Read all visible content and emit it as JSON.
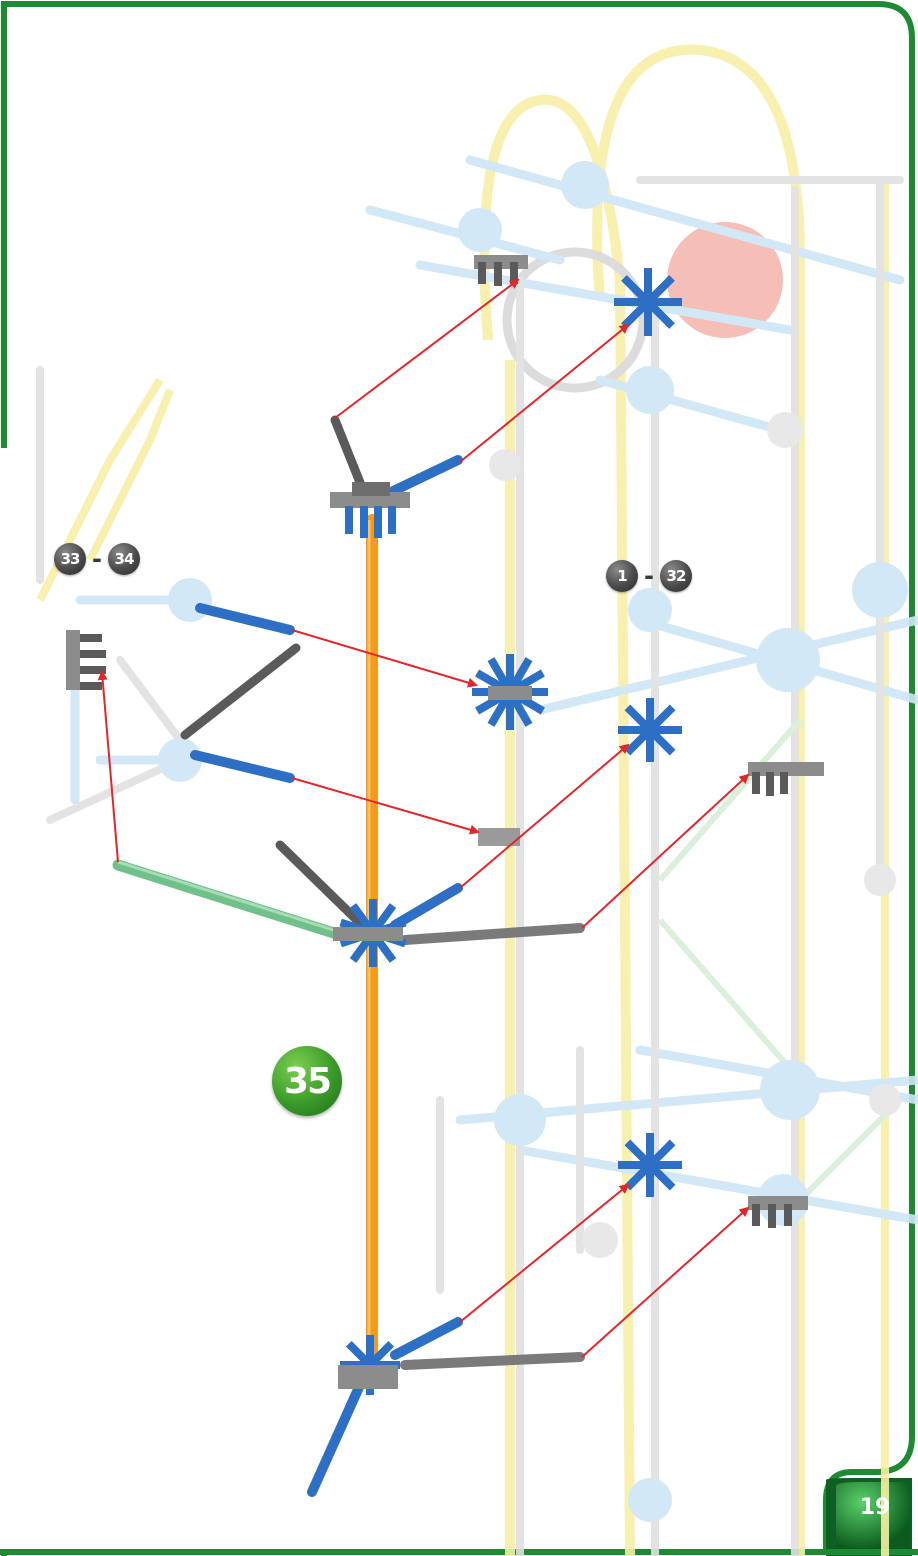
{
  "steps": {
    "range_left": {
      "from": "33",
      "to": "34",
      "separator": "-"
    },
    "range_right": {
      "from": "1",
      "to": "32",
      "separator": "-"
    },
    "current": "35"
  },
  "page": {
    "number": "19"
  },
  "colors": {
    "frame": "#1d8a34",
    "rod_orange": "#f39a1f",
    "rod_blue": "#2d6fc4",
    "rod_green": "#6fc08a",
    "rod_gray": "#6b6b6b",
    "arrow": "#e3262b",
    "ghost_yellow": "#f7efa6",
    "ghost_blue": "#cfe6f6",
    "ghost_red": "#f4b7b0"
  }
}
